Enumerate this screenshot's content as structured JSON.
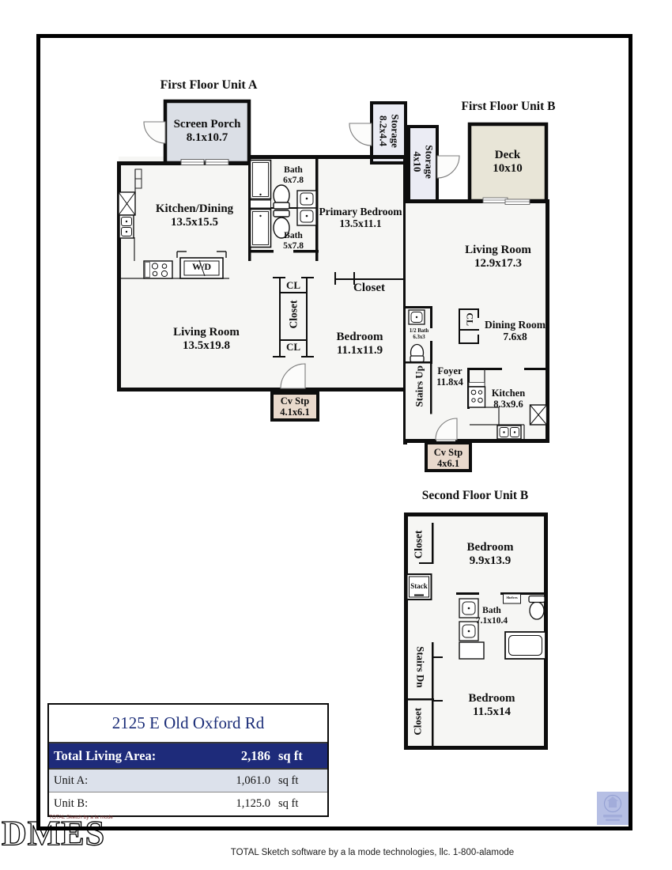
{
  "page": {
    "footer": "TOTAL Sketch software by a la mode technologies, llc. 1-800-alamode",
    "watermark": "DMES",
    "credit": "TOTAL Sketch by a la mode"
  },
  "summary_table": {
    "address": "2125 E Old Oxford Rd",
    "rows": [
      {
        "label": "Total Living Area:",
        "value": "2,186",
        "unit": "sq ft"
      },
      {
        "label": "Unit A:",
        "value": "1,061.0",
        "unit": "sq ft"
      },
      {
        "label": "Unit B:",
        "value": "1,125.0",
        "unit": "sq ft"
      }
    ]
  },
  "colors": {
    "navy": "#1e2b7a",
    "alt_row": "#dce1eb",
    "porch_fill": "#dbdfe6",
    "deck_fill": "#e8e5d7",
    "storage_fill": "#ebecf4",
    "stoop_fill": "#e9d9cc",
    "logo_fill": "#b6bfe4",
    "wall": "#0d0d0d"
  },
  "unit_a": {
    "title": "First Floor Unit A",
    "rooms": {
      "screen_porch": {
        "name": "Screen Porch",
        "dims": "8.1x10.7"
      },
      "kitchen_dining": {
        "name": "Kitchen/Dining",
        "dims": "13.5x15.5"
      },
      "bath_upper": {
        "name": "Bath",
        "dims": "6x7.8"
      },
      "bath_lower": {
        "name": "Bath",
        "dims": "5x7.8"
      },
      "primary_bedroom": {
        "name": "Primary Bedroom",
        "dims": "13.5x11.1"
      },
      "storage": {
        "name": "Storage",
        "dims": "8.2x4.4"
      },
      "living_room": {
        "name": "Living Room",
        "dims": "13.5x19.8"
      },
      "bedroom": {
        "name": "Bedroom",
        "dims": "11.1x11.9"
      },
      "cv_stp": {
        "name": "Cv Stp",
        "dims": "4.1x6.1"
      },
      "closet_top": "CL",
      "closet_vertical": "Closet",
      "closet_bottom": "CL",
      "bedroom_closet": "Closet",
      "washer_dryer": "W/D"
    }
  },
  "unit_b_first": {
    "title": "First Floor Unit B",
    "rooms": {
      "storage": {
        "name": "Storage",
        "dims": "4x10"
      },
      "deck": {
        "name": "Deck",
        "dims": "10x10"
      },
      "living_room": {
        "name": "Living Room",
        "dims": "12.9x17.3"
      },
      "half_bath": {
        "name": "1/2 Bath",
        "dims": "6.3x3"
      },
      "dining_room": {
        "name": "Dining Room",
        "dims": "7.6x8"
      },
      "dining_closet": "CL",
      "stairs": "Stairs Up",
      "foyer": {
        "name": "Foyer",
        "dims": "11.8x4"
      },
      "kitchen": {
        "name": "Kitchen",
        "dims": "8.3x9.6"
      },
      "cv_stp": {
        "name": "Cv Stp",
        "dims": "4x6.1"
      }
    }
  },
  "unit_b_second": {
    "title": "Second Floor Unit B",
    "rooms": {
      "closet_top": "Closet",
      "bedroom_top": {
        "name": "Bedroom",
        "dims": "9.9x13.9"
      },
      "stack": "Stack",
      "bath": {
        "name": "Bath",
        "dims": "7.1x10.4"
      },
      "shelves": "Shelves",
      "stairs": "Stairs Dn",
      "closet_bottom": "Closet",
      "bedroom_bottom": {
        "name": "Bedroom",
        "dims": "11.5x14"
      }
    }
  }
}
